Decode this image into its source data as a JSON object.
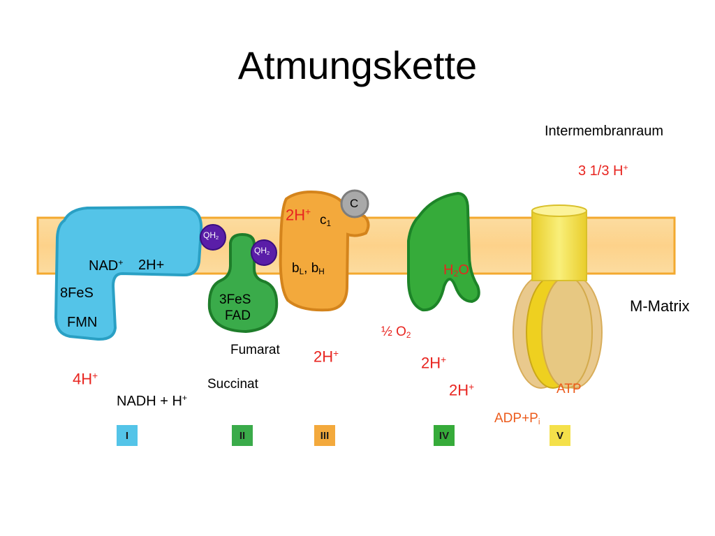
{
  "title": "Atmungskette",
  "compartments": {
    "intermembrane": "Intermembranraum",
    "matrix": "M-Matrix"
  },
  "colors": {
    "membrane": "#fdd28a",
    "complex_I": "#54c4e8",
    "complex_II": "#3aab4a",
    "complex_III": "#f3a93c",
    "complex_IV": "#36ab3a",
    "complex_V": "#f4e04a",
    "quinone": "#5a1ea8",
    "cytochrome_c": "#a9a9a9",
    "red_text": "#e8241f",
    "orange_text": "#ec5b1c"
  },
  "complex_I": {
    "nad": "NAD",
    "nad_sup": "+",
    "h": "2H+",
    "fes": "8FeS",
    "fmn": "FMN",
    "proton_label": "4H",
    "proton_sup": "+",
    "substrate": "NADH + H",
    "substrate_sup": "+"
  },
  "quinone": {
    "label": "QH",
    "sub": "2"
  },
  "complex_II": {
    "fes": "3FeS",
    "fad": "FAD",
    "fumarat": "Fumarat",
    "succinat": "Succinat"
  },
  "complex_III": {
    "h": "2H",
    "h_sup": "+",
    "c1": "c",
    "c1_sub": "1",
    "b_l": "b",
    "b_l_sub": "L",
    "sep": ", ",
    "b_h": "b",
    "b_h_sub": "H",
    "matrix_h": "2H",
    "matrix_h_sup": "+"
  },
  "cytochrome_c": {
    "label": "C"
  },
  "complex_IV": {
    "water_h": "H",
    "water_sub": "2",
    "water_o": "O",
    "oxygen": "½ O",
    "oxygen_sub": "2",
    "h1": "2H",
    "h1_sup": "+",
    "h2": "2H",
    "h2_sup": "+"
  },
  "complex_V": {
    "proton": "3 1/3 H",
    "proton_sup": "+",
    "atp": "ATP",
    "adp": "ADP+P",
    "adp_sub": "i"
  },
  "legend": [
    {
      "label": "I",
      "color": "#54c4e8"
    },
    {
      "label": "II",
      "color": "#3aab4a"
    },
    {
      "label": "III",
      "color": "#f3a93c"
    },
    {
      "label": "IV",
      "color": "#36ab3a"
    },
    {
      "label": "V",
      "color": "#f4e04a"
    }
  ]
}
